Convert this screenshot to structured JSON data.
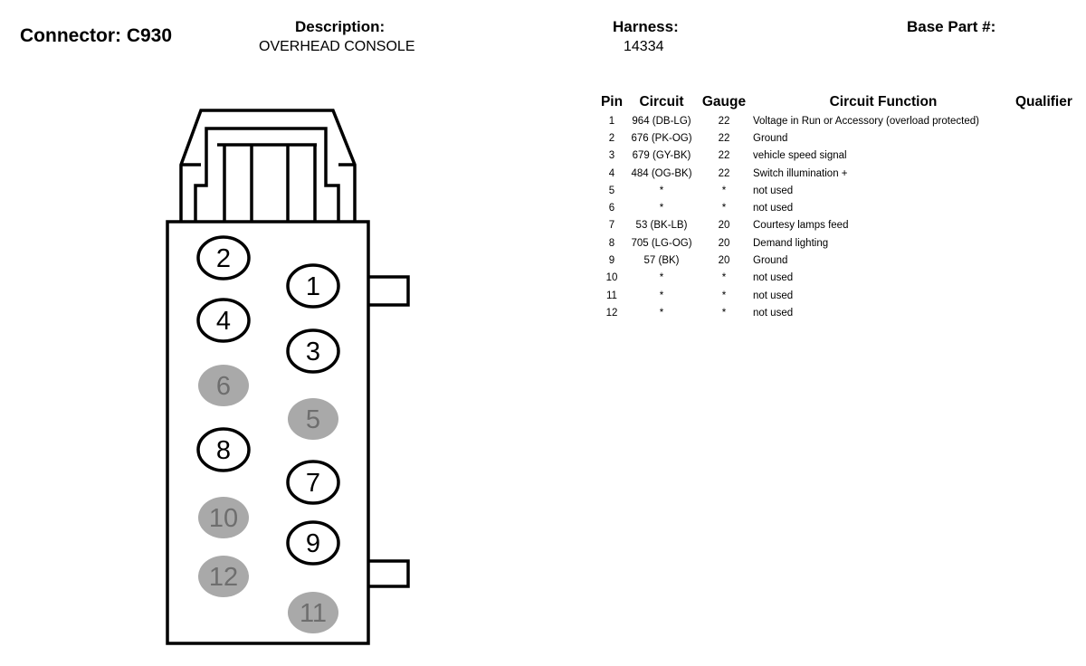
{
  "connector": {
    "title": "Connector: C930"
  },
  "description": {
    "label": "Description:",
    "value": "OVERHEAD CONSOLE"
  },
  "harness": {
    "label": "Harness:",
    "value": "14334"
  },
  "base_part": {
    "label": "Base Part #:",
    "value": ""
  },
  "table": {
    "headers": [
      "Pin",
      "Circuit",
      "Gauge",
      "Circuit Function",
      "Qualifier"
    ],
    "rows": [
      {
        "pin": "1",
        "circuit": "964 (DB-LG)",
        "gauge": "22",
        "function": "Voltage in Run or Accessory (overload protected)",
        "qualifier": ""
      },
      {
        "pin": "2",
        "circuit": "676 (PK-OG)",
        "gauge": "22",
        "function": "Ground",
        "qualifier": ""
      },
      {
        "pin": "3",
        "circuit": "679 (GY-BK)",
        "gauge": "22",
        "function": "vehicle speed signal",
        "qualifier": ""
      },
      {
        "pin": "4",
        "circuit": "484 (OG-BK)",
        "gauge": "22",
        "function": "Switch illumination +",
        "qualifier": ""
      },
      {
        "pin": "5",
        "circuit": "*",
        "gauge": "*",
        "function": "not used",
        "qualifier": ""
      },
      {
        "pin": "6",
        "circuit": "*",
        "gauge": "*",
        "function": "not used",
        "qualifier": ""
      },
      {
        "pin": "7",
        "circuit": "53 (BK-LB)",
        "gauge": "20",
        "function": "Courtesy lamps feed",
        "qualifier": ""
      },
      {
        "pin": "8",
        "circuit": "705 (LG-OG)",
        "gauge": "20",
        "function": "Demand lighting",
        "qualifier": ""
      },
      {
        "pin": "9",
        "circuit": "57 (BK)",
        "gauge": "20",
        "function": "Ground",
        "qualifier": ""
      },
      {
        "pin": "10",
        "circuit": "*",
        "gauge": "*",
        "function": "not used",
        "qualifier": ""
      },
      {
        "pin": "11",
        "circuit": "*",
        "gauge": "*",
        "function": "not used",
        "qualifier": ""
      },
      {
        "pin": "12",
        "circuit": "*",
        "gauge": "*",
        "function": "not used",
        "qualifier": ""
      }
    ]
  },
  "pins": [
    {
      "label": "2",
      "used": true
    },
    {
      "label": "1",
      "used": true
    },
    {
      "label": "4",
      "used": true
    },
    {
      "label": "3",
      "used": true
    },
    {
      "label": "6",
      "used": false
    },
    {
      "label": "5",
      "used": false
    },
    {
      "label": "8",
      "used": true
    },
    {
      "label": "7",
      "used": true
    },
    {
      "label": "10",
      "used": false
    },
    {
      "label": "9",
      "used": true
    },
    {
      "label": "12",
      "used": false
    },
    {
      "label": "11",
      "used": false
    }
  ],
  "colors": {
    "unused_pin_fill": "#a9a9a9",
    "unused_pin_text": "#6e6e6e",
    "outline": "#000000"
  }
}
